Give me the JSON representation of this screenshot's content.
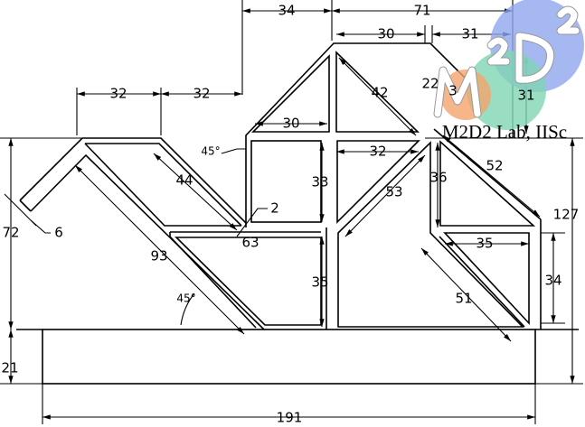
{
  "title": "Truss cross-section drawing",
  "watermark": {
    "text": "M2D2 Lab, IISc",
    "logo_text": "M2D2",
    "logo_colors": [
      "#f4a46c",
      "#7fd6b4",
      "#8fa6ee"
    ]
  },
  "dimensions": {
    "top_34": "34",
    "top_71": "71",
    "top_30": "30",
    "top_31": "31",
    "left_32": "32",
    "mid_32": "32",
    "inner_30": "30",
    "band_22": "22",
    "band_3": "3",
    "diag_42": "42",
    "right_31": "31",
    "angle_top": "45°",
    "diag_44": "44",
    "box_33": "33",
    "box_32": "32",
    "diag_53": "53",
    "vert_36": "36",
    "diag_52": "52",
    "left_72": "72",
    "thick_6": "6",
    "gap_2": "2",
    "len_63": "63",
    "box_35h": "35",
    "total_127": "127",
    "diag_93": "93",
    "right_34": "34",
    "box_35v": "35",
    "diag_51": "51",
    "angle_bottom": "45°",
    "base_21": "21",
    "total_191": "191"
  }
}
